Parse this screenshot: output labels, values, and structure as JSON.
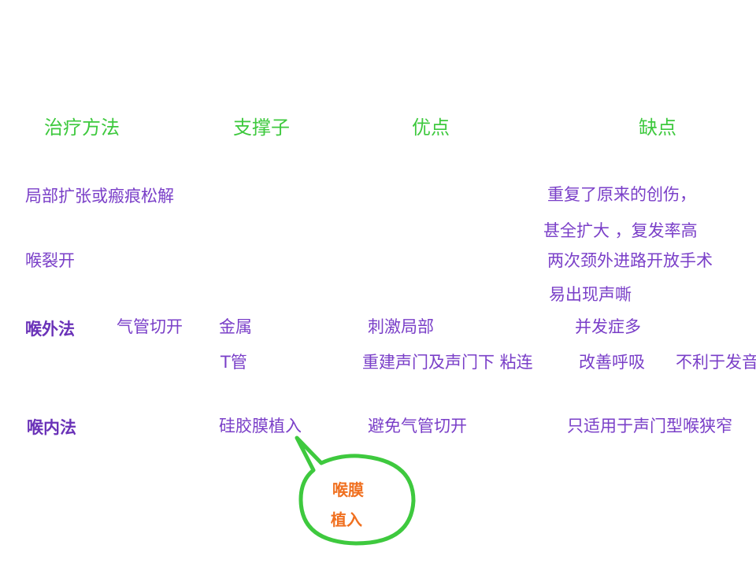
{
  "headers": [
    "治疗方法",
    "支撑子",
    "优点",
    "缺点"
  ],
  "rows": {
    "r1_method": "局部扩张或瘢痕松解",
    "r1_con_a": "重复了原来的创伤，",
    "r1_con_b": "甚全扩大 ，复发率高",
    "r2_method": "喉裂开",
    "r2_con_a": "两次颈外进路开放手术",
    "r2_con_b": "易出现声嘶",
    "r3_method": "喉外法",
    "r3_sub": "气管切开",
    "r3_stent_a": "金属",
    "r3_pro_a": "刺激局部",
    "r3_con_a": "并发症多",
    "r3_stent_b": "T管",
    "r3_pro_b": "重建声门及声门下 粘连",
    "r3_pro_c": "改善呼吸",
    "r3_con_b": "不利于发音",
    "r4_method": "喉内法",
    "r4_stent": "硅胶膜植入",
    "r4_pro": "避免气管切开",
    "r4_con": "只适用于声门型喉狭窄"
  },
  "callout": {
    "line1": "喉膜",
    "line2": "植入"
  },
  "colors": {
    "header": "#3ec93e",
    "body": "#7a3fc8",
    "callout_text": "#f07020",
    "callout_border": "#3ec93e"
  }
}
